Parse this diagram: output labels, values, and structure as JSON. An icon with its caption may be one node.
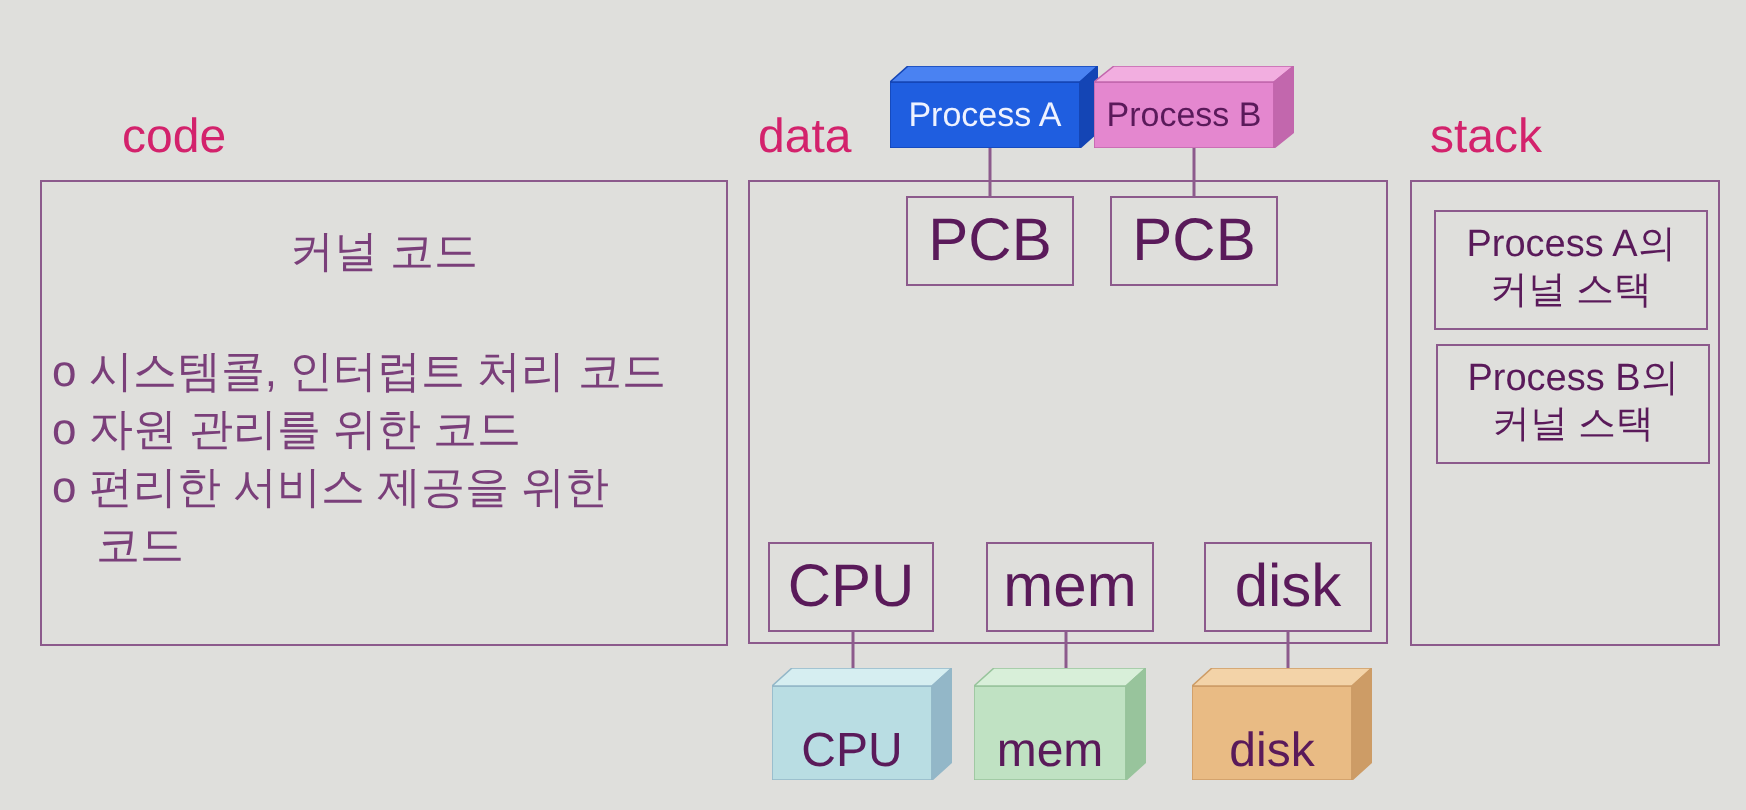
{
  "diagram": {
    "nodes": [
      {
        "text": [
          "code",
          "커널 코드",
          "o 시스템콜, 인터럽트 처리 코드",
          "o 자원 관리를 위한 코드",
          "o 편리한 서비스 제공을 위한 코드"
        ]
      },
      {
        "text": [
          "Process A"
        ]
      },
      {
        "text": [
          "Process B"
        ]
      },
      {
        "text": [
          "data"
        ]
      },
      {
        "text": [
          "PCB"
        ],
        "in": 3
      },
      {
        "text": [
          "PCB"
        ],
        "in": 3
      },
      {
        "text": [
          "CPU"
        ],
        "in": 3
      },
      {
        "text": [
          "mem"
        ],
        "in": 3
      },
      {
        "text": [
          "disk"
        ],
        "in": 3
      },
      {
        "text": [
          "CPU"
        ]
      },
      {
        "text": [
          "mem"
        ]
      },
      {
        "text": [
          "disk"
        ]
      },
      {
        "text": [
          "stack"
        ]
      },
      {
        "text": [
          "Process A의 커널 스택"
        ],
        "in": 12
      },
      {
        "text": [
          "Process B의 커널 스택"
        ],
        "in": 12
      }
    ],
    "edges": [
      {
        "from": 1,
        "to": 4,
        "arrow": "none"
      },
      {
        "from": 2,
        "to": 5,
        "arrow": "none"
      },
      {
        "from": 6,
        "to": 9,
        "arrow": "none"
      },
      {
        "from": 7,
        "to": 10,
        "arrow": "none"
      },
      {
        "from": 8,
        "to": 11,
        "arrow": "none"
      }
    ]
  }
}
